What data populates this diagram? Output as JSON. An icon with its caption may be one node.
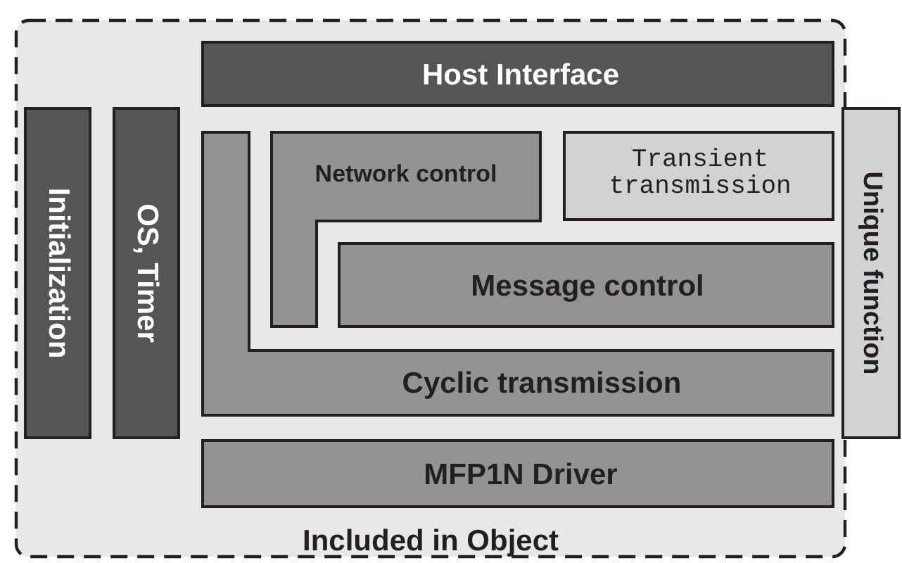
{
  "diagram": {
    "nodes": [
      {
        "text": [
          "Included in Object"
        ]
      },
      {
        "text": [
          "Host Interface"
        ],
        "in": 0
      },
      {
        "text": [
          "Initialization"
        ],
        "in": 0
      },
      {
        "text": [
          "OS, Timer"
        ],
        "in": 0
      },
      {
        "text": [
          "Network control"
        ],
        "in": 0
      },
      {
        "text": [
          "Transient transmission"
        ],
        "in": 0
      },
      {
        "text": [
          "Message control"
        ],
        "in": 0
      },
      {
        "text": [
          "Cyclic transmission"
        ],
        "in": 0
      },
      {
        "text": [
          "MFP1N Driver"
        ],
        "in": 0
      },
      {
        "text": [
          "Unique function"
        ]
      }
    ]
  }
}
